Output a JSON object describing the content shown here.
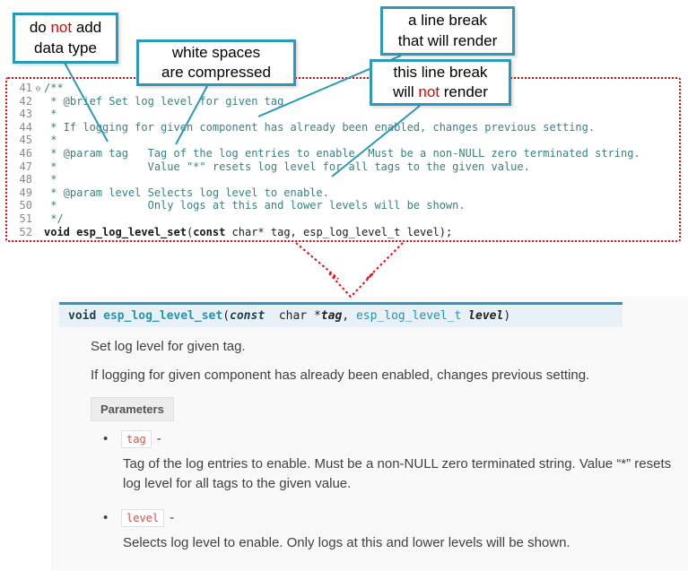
{
  "callouts": {
    "c1": {
      "pre": "do ",
      "red": "not",
      "post": " add",
      "line2": "data type"
    },
    "c2": {
      "line1": "white spaces",
      "line2": "are compressed"
    },
    "c3": {
      "line1": "a line break",
      "line2": "that will render"
    },
    "c4": {
      "line1": "this line break",
      "pre": "will ",
      "red": "not",
      "post": " render"
    }
  },
  "code": {
    "lines": [
      {
        "num": "41",
        "fold": "⊖",
        "text": "/**"
      },
      {
        "num": "42",
        "text": " * @brief Set log level for given tag"
      },
      {
        "num": "43",
        "text": " *"
      },
      {
        "num": "44",
        "text": " * If logging for given component has already been enabled, changes previous setting."
      },
      {
        "num": "45",
        "text": " *"
      },
      {
        "num": "46",
        "text": " * @param tag   Tag of the log entries to enable. Must be a non-NULL zero terminated string."
      },
      {
        "num": "47",
        "text": " *              Value \"*\" resets log level for all tags to the given value."
      },
      {
        "num": "48",
        "text": " *"
      },
      {
        "num": "49",
        "text": " * @param level Selects log level to enable."
      },
      {
        "num": "50",
        "text": " *              Only logs at this and lower levels will be shown."
      },
      {
        "num": "51",
        "text": " */"
      }
    ],
    "line52": {
      "num": "52",
      "kw_void": "void ",
      "fn": "esp_log_level_set",
      "open": "(",
      "kw_const": "const",
      "rest": " char* tag, esp_log_level_t level);"
    }
  },
  "doc": {
    "signature": {
      "kw_void": "void ",
      "name": "esp_log_level_set",
      "open": "(",
      "kw_const": "const",
      "mid": "  char *",
      "arg1": "tag",
      "comma": ", ",
      "type2": "esp_log_level_t ",
      "arg2": "level",
      "close": ")"
    },
    "p1": "Set log level for given tag.",
    "p2": "If logging for given component has already been enabled, changes previous setting.",
    "params_label": "Parameters",
    "bullet": "•",
    "param1": {
      "name": "tag",
      "dash": "-",
      "desc": "Tag of the log entries to enable. Must be a non-NULL zero terminated string. Value “*” resets log level for all tags to the given value."
    },
    "param2": {
      "name": "level",
      "dash": "-",
      "desc": "Selects log level to enable. Only logs at this and lower levels will be shown."
    }
  }
}
